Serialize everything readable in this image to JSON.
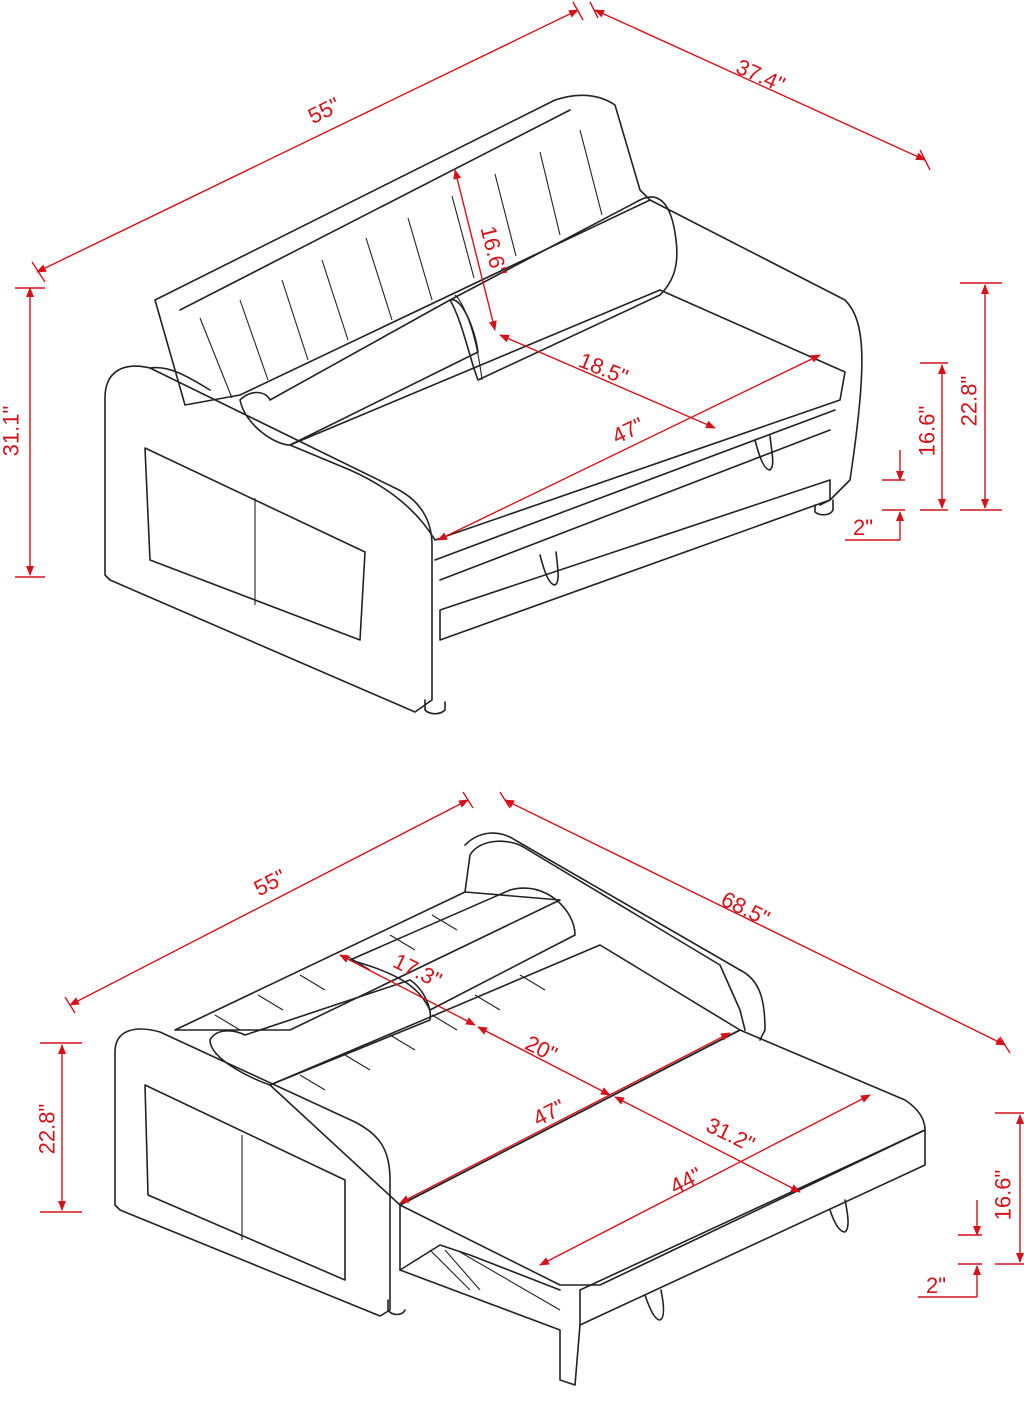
{
  "diagram": {
    "type": "dimension-drawing",
    "subject": "pull-out sofa bed",
    "accent_color": "#d6111a",
    "line_color": "#222222",
    "views": [
      {
        "name": "sofa-view",
        "dimensions": {
          "width": "55\"",
          "depth": "37.4\"",
          "total_height": "31.1\"",
          "backrest_height": "16.6\"",
          "seat_depth": "18.5\"",
          "seat_width": "47\"",
          "arm_height": "22.8\"",
          "seat_height": "16.6\"",
          "leg_height": "2\""
        }
      },
      {
        "name": "bed-view",
        "dimensions": {
          "width": "55\"",
          "length": "68.5\"",
          "arm_height": "22.8\"",
          "pillow_depth": "17.3\"",
          "seat_depth": "20\"",
          "inner_width": "47\"",
          "pullout_length": "31.2\"",
          "pullout_width": "44\"",
          "bed_height": "16.6\"",
          "leg_height": "2\""
        }
      }
    ]
  }
}
